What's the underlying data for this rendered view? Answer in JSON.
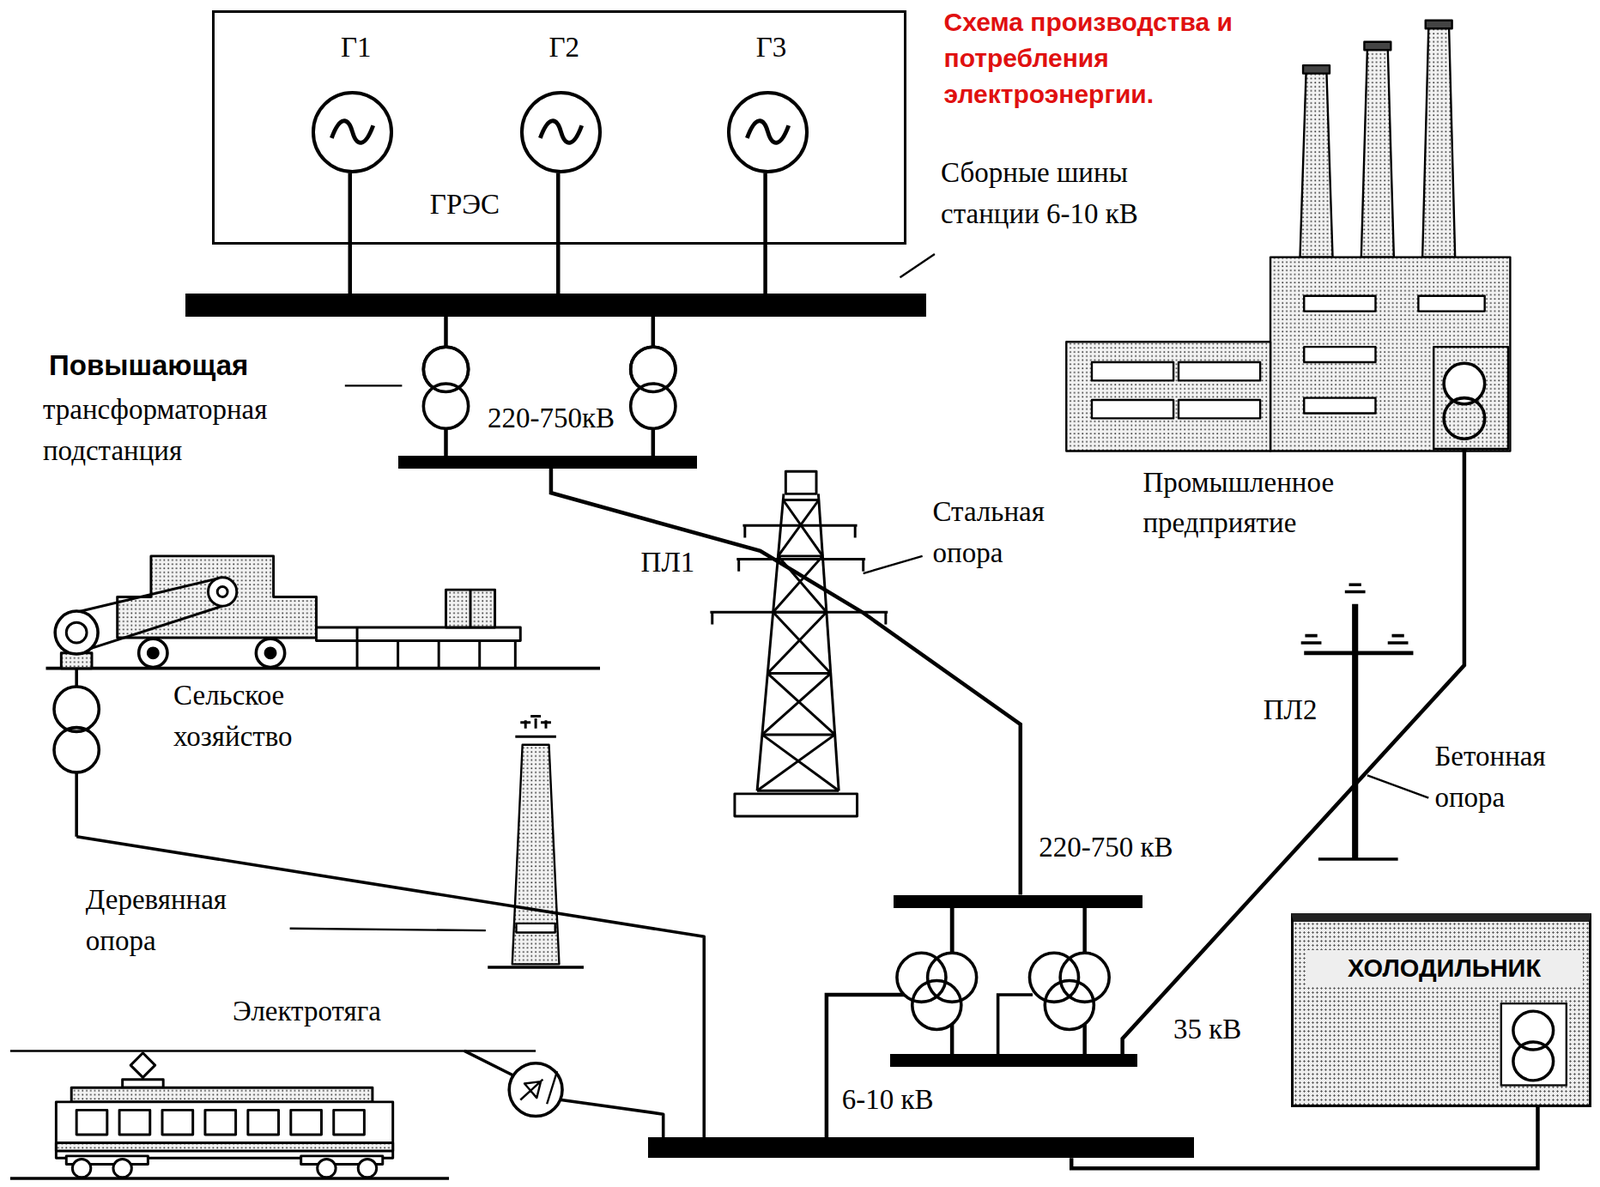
{
  "diagram": {
    "title": "Схема производства и потребления электроэнергии.",
    "nodes": [
      {
        "text": [
          "ГРЭС"
        ]
      },
      {
        "text": [
          "Г1"
        ],
        "in": 0
      },
      {
        "text": [
          "Г2"
        ],
        "in": 0
      },
      {
        "text": [
          "Г3"
        ],
        "in": 0
      },
      {
        "text": [
          "Сборные шины станции 6-10 кВ"
        ]
      },
      {
        "text": [
          "220-750кВ"
        ]
      },
      {
        "text": [
          "Промышленное предприятие"
        ]
      },
      {
        "text": [
          "220-750 кВ"
        ]
      },
      {
        "text": [
          "35 кВ"
        ]
      },
      {
        "text": [
          "ХОЛОДИЛЬНИК"
        ]
      },
      {
        "text": [
          "6-10 кВ"
        ]
      }
    ],
    "edges": [
      {
        "from": 1,
        "to": 4,
        "arrow": "none"
      },
      {
        "from": 2,
        "to": 4,
        "arrow": "none"
      },
      {
        "from": 3,
        "to": 4,
        "arrow": "none"
      },
      {
        "from": 4,
        "to": 5,
        "arrow": "none"
      },
      {
        "from": 4,
        "to": 5,
        "arrow": "none"
      },
      {
        "from": 5,
        "to": 7,
        "arrow": "none"
      },
      {
        "from": 7,
        "to": 8,
        "arrow": "none"
      },
      {
        "from": 7,
        "to": 8,
        "arrow": "none"
      },
      {
        "from": 7,
        "to": 10,
        "arrow": "none"
      },
      {
        "from": 8,
        "to": 6,
        "arrow": "none"
      },
      {
        "from": 10,
        "to": 9,
        "arrow": "none"
      }
    ],
    "labels": [
      "Повышающая",
      "трансформаторная подстанция",
      "ПЛ1",
      "Стальная опора",
      "ПЛ2",
      "Бетонная опора",
      "Сельское хозяйство",
      "Деревянная опора",
      "Электротяга"
    ]
  }
}
